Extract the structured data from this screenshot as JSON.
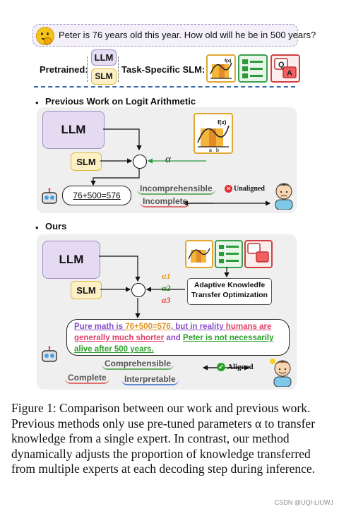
{
  "question": "Peter is 76 years old this year. How old will he be in 500 years?",
  "top_row": {
    "pretrained_label": "Pretrained:",
    "llm": "LLM",
    "slm": "SLM",
    "task_specific_label": "Task-Specific SLM:"
  },
  "previous": {
    "heading": "Previous Work on Logit Arithmetic",
    "llm": "LLM",
    "slm": "SLM",
    "alpha": "α",
    "output": "76+500=576",
    "incomprehensible": "Incomprehensible",
    "incomplete": "Incomplete",
    "unaligned": "Unaligned"
  },
  "ours": {
    "heading": "Ours",
    "llm": "LLM",
    "slm": "SLM",
    "alpha1": "α1",
    "alpha2": "α2",
    "alpha3": "α3",
    "adapt_line1": "Adaptive Knowledfe",
    "adapt_line2": "Transfer Optimization",
    "ans_p1": "Pure math is ",
    "ans_p2": "76+500=576",
    "ans_p3": ", but  in reality ",
    "ans_p4": "humans are",
    "ans_p5": "generally  much shorter",
    "ans_p6": " and ",
    "ans_p7": "Peter is not  necessarily",
    "ans_p8": "alive after 500 years.",
    "comprehensible": "Comprehensible",
    "complete": "Complete",
    "interpretable": "Interpretable",
    "aligned": "Aligned"
  },
  "icon_texts": {
    "fx": "f(x)",
    "a": "a",
    "b": "b",
    "q": "Q",
    "ans": "A"
  },
  "caption": "Figure 1: Comparison between our work and previous work. Previous methods only use pre-tuned parameters α to transfer knowledge from a single expert. In contrast, our method dynamically adjusts the proportion of knowledge transferred from multiple experts at each decoding step during inference.",
  "watermark": "CSDN @UQI-LIUWJ",
  "colors": {
    "alpha1": "#e09a2a",
    "alpha2": "#2a9a2a",
    "alpha3": "#e0453a",
    "purple": "#8a4fc8",
    "orange": "#e0962a",
    "pink": "#e0406a",
    "green": "#2aa02a"
  }
}
